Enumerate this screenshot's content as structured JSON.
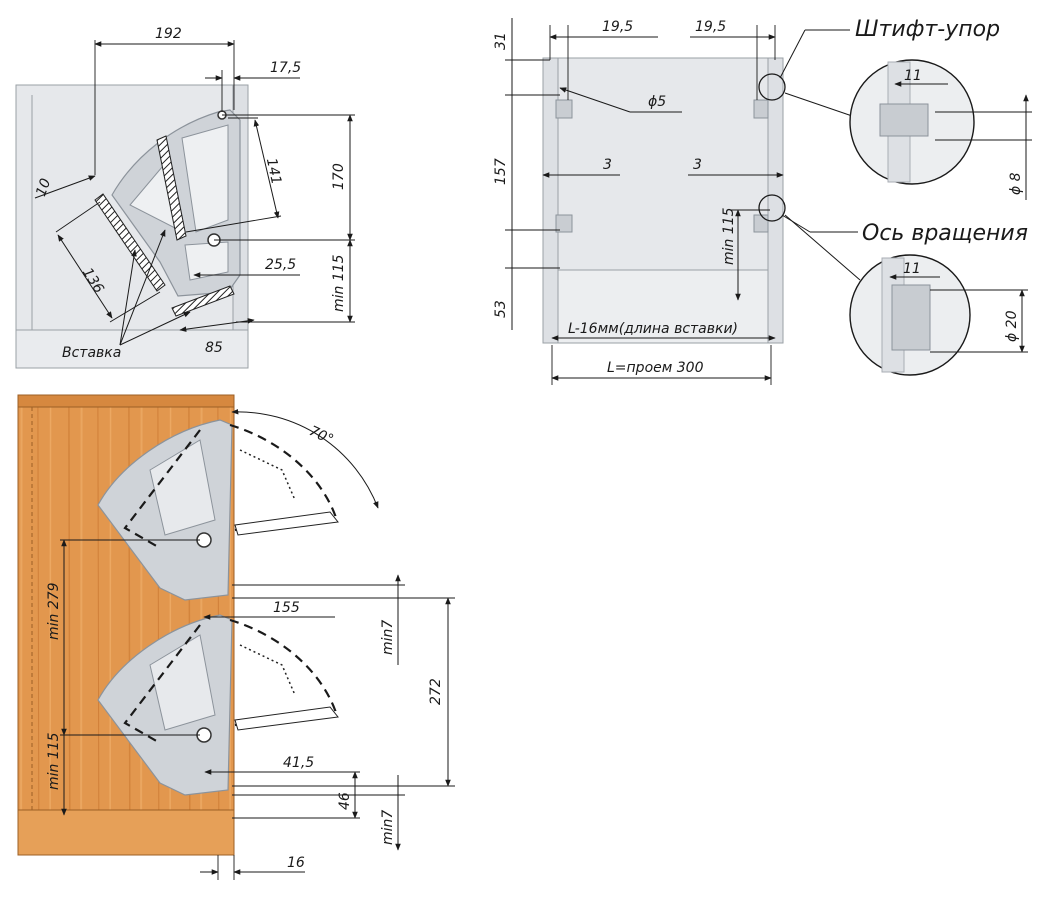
{
  "top_left": {
    "dims": {
      "d192": "192",
      "d17_5": "17,5",
      "d141": "141",
      "d170": "170",
      "d10": "10",
      "d136": "136",
      "d25_5": "25,5",
      "dmin115": "min 115",
      "d85": "85"
    },
    "insert_label": "Вставка"
  },
  "top_right": {
    "dims": {
      "d19_5_left": "19,5",
      "d19_5_right": "19,5",
      "d31": "31",
      "dphi5": "ϕ5",
      "d157": "157",
      "d3_left": "3",
      "d3_right": "3",
      "dmin115": "min 115",
      "d53": "53",
      "insert_length": "L-16мм(длина вставки)",
      "opening": "L=проем 300"
    },
    "pin_label": "Штифт-упор",
    "axis_label": "Ось вращения",
    "detail_top": {
      "d11": "11",
      "dphi8": "ϕ 8"
    },
    "detail_bottom": {
      "d11": "11",
      "dphi20": "ϕ 20"
    }
  },
  "bottom": {
    "dims": {
      "angle": "70°",
      "dmin279": "min 279",
      "d155": "155",
      "dmin7_top": "min7",
      "d272": "272",
      "dmin115": "min 115",
      "d41_5": "41,5",
      "d46": "46",
      "dmin7_bottom": "min7",
      "d16": "16"
    }
  },
  "colors": {
    "wood": "#e2974e",
    "wood_dark": "#c97a35",
    "metal": "#cfd3d8",
    "panel": "#e6e8eb",
    "line": "#1a1a1a"
  }
}
